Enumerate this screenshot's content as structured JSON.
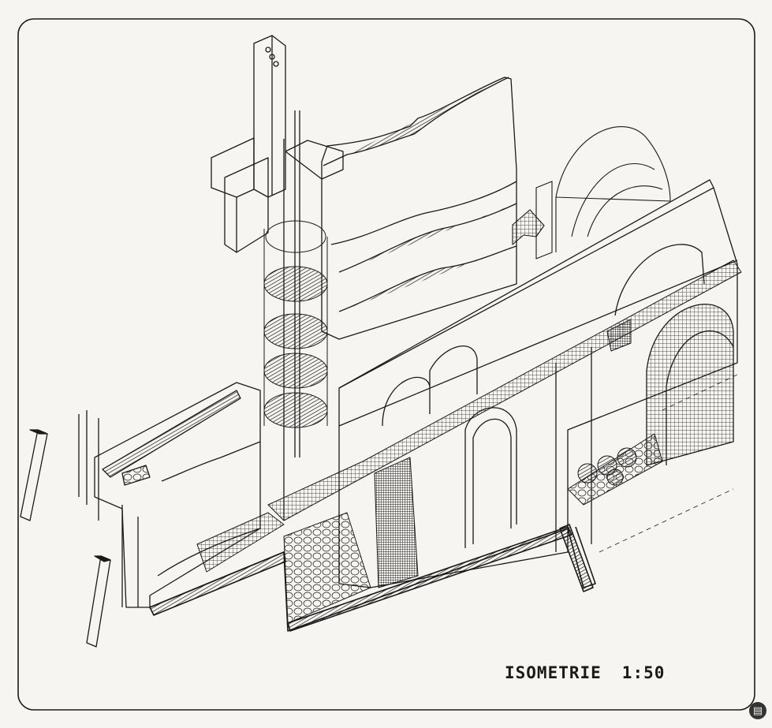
{
  "title_block": {
    "label": "ISOMETRIE",
    "scale": "1:50"
  },
  "corner_badge": {
    "icon": "document-icon"
  },
  "drawing": {
    "style": "pen-and-ink isometric architectural drawing",
    "ink_color": "#1a1a1a",
    "paper_color": "#f6f5f2"
  }
}
